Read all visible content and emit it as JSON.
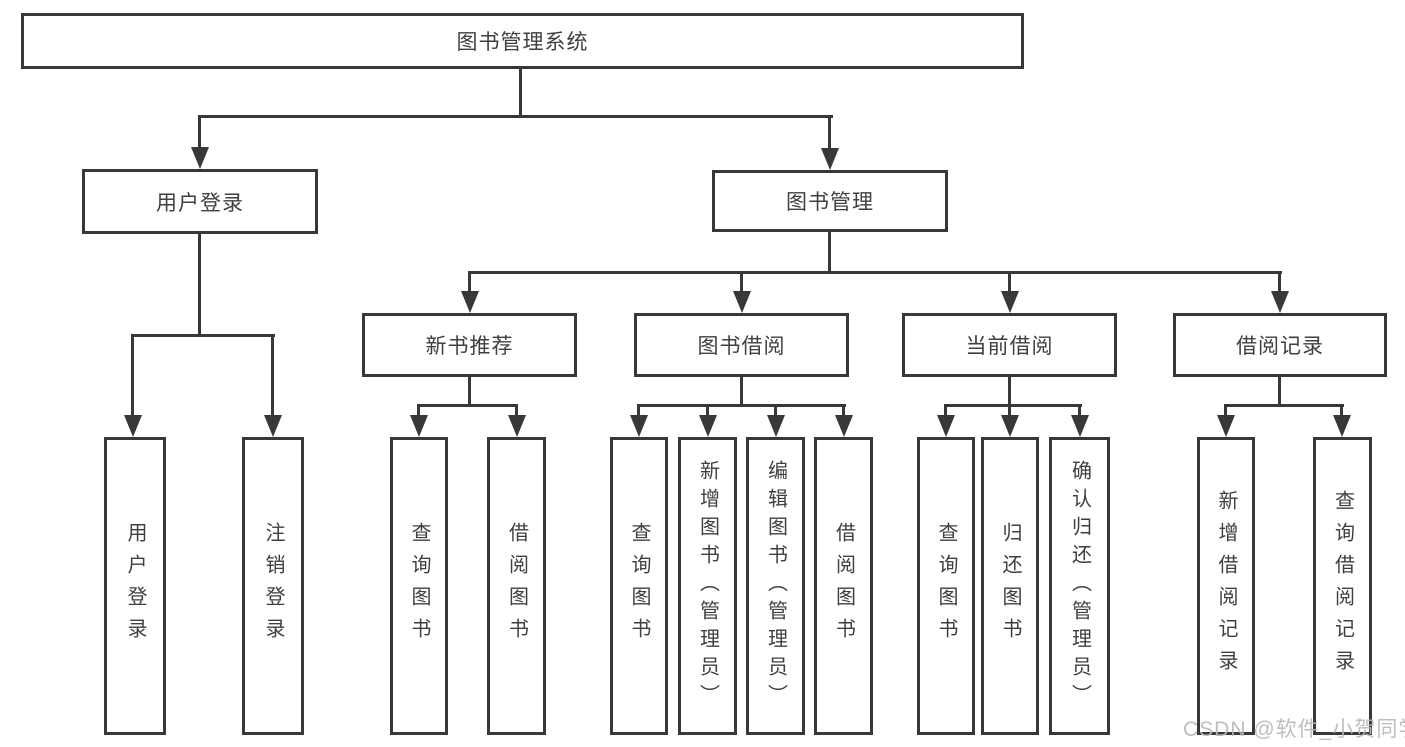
{
  "diagram": {
    "root": "图书管理系统",
    "branches": {
      "user_login": "用户登录",
      "book_management": "图书管理"
    },
    "modules": {
      "new_book_recommend": "新书推荐",
      "book_borrow": "图书借阅",
      "current_borrow": "当前借阅",
      "borrow_record": "借阅记录"
    },
    "leaves": {
      "user_login": "用户登录",
      "logout": "注销登录",
      "recommend_query_book": "查询图书",
      "recommend_borrow_book": "借阅图书",
      "borrow_query_book": "查询图书",
      "add_book_admin": "新增图书（管理员）",
      "edit_book_admin": "编辑图书（管理员）",
      "borrow_borrow_book": "借阅图书",
      "current_query_book": "查询图书",
      "return_book": "归还图书",
      "confirm_return_admin": "确认归还（管理员）",
      "add_borrow_record": "新增借阅记录",
      "query_borrow_record": "查询借阅记录"
    }
  },
  "watermark": "CSDN @软件_小贺同学",
  "colors": {
    "line": "#383838",
    "text": "#3f3f3f",
    "watermark": "#b9b9b9",
    "background": "#ffffff"
  }
}
